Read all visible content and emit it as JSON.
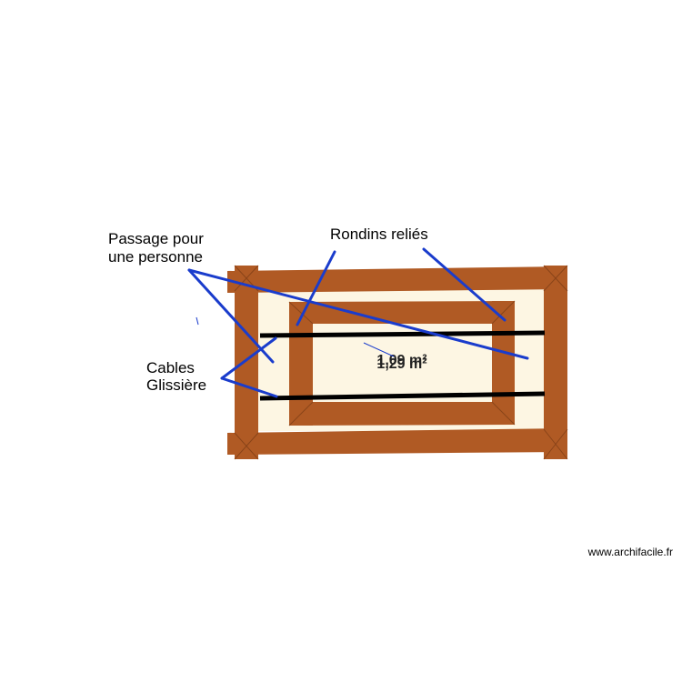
{
  "colors": {
    "wood": "#b05a24",
    "wood_edge": "#8a4419",
    "floor": "#fdf6e3",
    "annotation": "#1a3ccc",
    "cable": "#000000"
  },
  "labels": {
    "passage_line1": "Passage pour",
    "passage_line2": "une personne",
    "rondins": "Rondins reliés",
    "cables_line1": "Cables",
    "cables_line2": "Glissière"
  },
  "areas": {
    "area_a": "1,09 m²",
    "area_b": "1,29 m²"
  },
  "watermark": "www.archifacile.fr"
}
